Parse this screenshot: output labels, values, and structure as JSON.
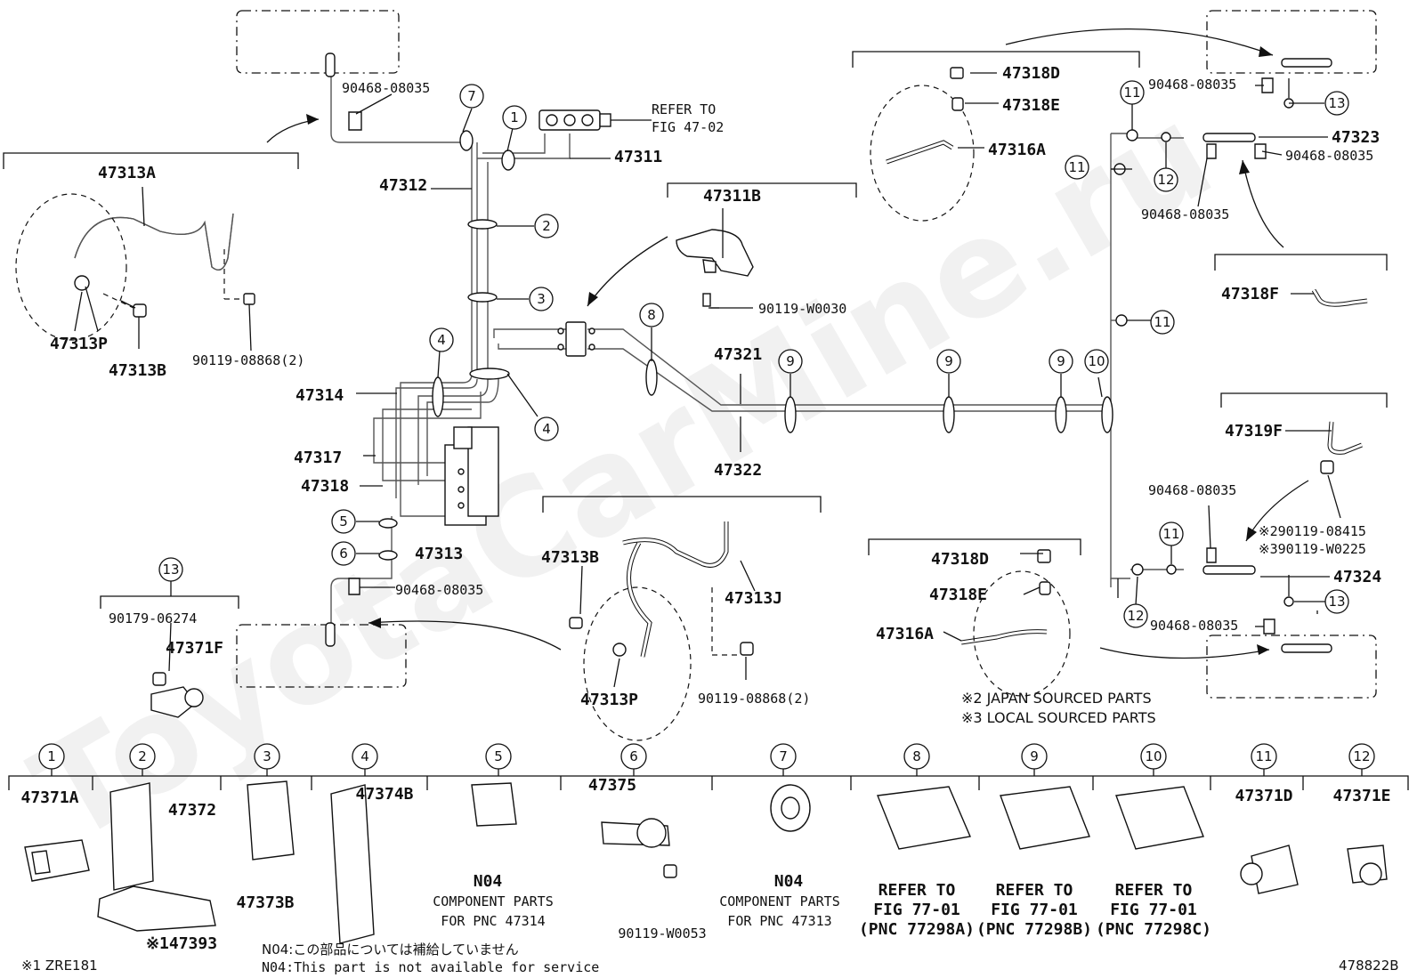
{
  "diagram_id": "478822B",
  "watermark": "ToyotaCarMine.ru",
  "notes": {
    "japan": "※2 JAPAN SOURCED PARTS",
    "local": "※3 LOCAL SOURCED PARTS",
    "model": "※1 ZRE181",
    "n04_jp": "N04:この部品については補給していません",
    "n04_en": "N04:This part is not available for service"
  },
  "refer": {
    "line1": "REFER TO",
    "line2": "FIG 47-02"
  },
  "labels": {
    "l47313A": "47313A",
    "l47313P_a": "47313P",
    "l47313B_a": "47313B",
    "l90119_08868_a": "90119-08868(2)",
    "l90468_a": "90468-08035",
    "l90468_b": "90468-08035",
    "l90468_c": "90468-08035",
    "l90468_d": "90468-08035",
    "l90468_e": "90468-08035",
    "l90468_f": "90468-08035",
    "l90468_g": "90468-08035",
    "l47311": "47311",
    "l47312": "47312",
    "l47311B": "47311B",
    "l90119_W0030": "90119-W0030",
    "l47314": "47314",
    "l47317": "47317",
    "l47318": "47318",
    "l47313": "47313",
    "l47321": "47321",
    "l47322": "47322",
    "l47318D_a": "47318D",
    "l47318E_a": "47318E",
    "l47316A_a": "47316A",
    "l47323": "47323",
    "l47318F": "47318F",
    "l47319F": "47319F",
    "l90119_08415": "※290119-08415",
    "l90119_W0225": "※390119-W0225",
    "l47324": "47324",
    "l47318D_b": "47318D",
    "l47318E_b": "47318E",
    "l47316A_b": "47316A",
    "l47313B_b": "47313B",
    "l47313J": "47313J",
    "l47313P_b": "47313P",
    "l90119_08868_b": "90119-08868(2)",
    "l90179_06274": "90179-06274",
    "l47371F": "47371F"
  },
  "callouts": {
    "c1": "1",
    "c2": "2",
    "c3": "3",
    "c4a": "4",
    "c4b": "4",
    "c5": "5",
    "c6": "6",
    "c7": "7",
    "c8": "8",
    "c9a": "9",
    "c9b": "9",
    "c9c": "9",
    "c10": "10",
    "c11a": "11",
    "c11b": "11",
    "c11c": "11",
    "c11d": "11",
    "c12a": "12",
    "c12b": "12",
    "c13a": "13",
    "c13b": "13",
    "c13c": "13"
  },
  "legend": [
    {
      "num": "1",
      "part": "47371A"
    },
    {
      "num": "2",
      "part": "47372",
      "extra": "※147393"
    },
    {
      "num": "3",
      "part": "47373B"
    },
    {
      "num": "4",
      "part": "47374B"
    },
    {
      "num": "5",
      "part": "N04",
      "desc1": "COMPONENT PARTS",
      "desc2": "FOR PNC 47314"
    },
    {
      "num": "6",
      "part": "47375",
      "extra": "90119-W0053"
    },
    {
      "num": "7",
      "part": "N04",
      "desc1": "COMPONENT PARTS",
      "desc2": "FOR PNC 47313"
    },
    {
      "num": "8",
      "desc1": "REFER TO",
      "desc2": "FIG 77-01",
      "desc3": "(PNC 77298A)"
    },
    {
      "num": "9",
      "desc1": "REFER TO",
      "desc2": "FIG 77-01",
      "desc3": "(PNC 77298B)"
    },
    {
      "num": "10",
      "desc1": "REFER TO",
      "desc2": "FIG 77-01",
      "desc3": "(PNC 77298C)"
    },
    {
      "num": "11",
      "part": "47371D"
    },
    {
      "num": "12",
      "part": "47371E"
    }
  ]
}
